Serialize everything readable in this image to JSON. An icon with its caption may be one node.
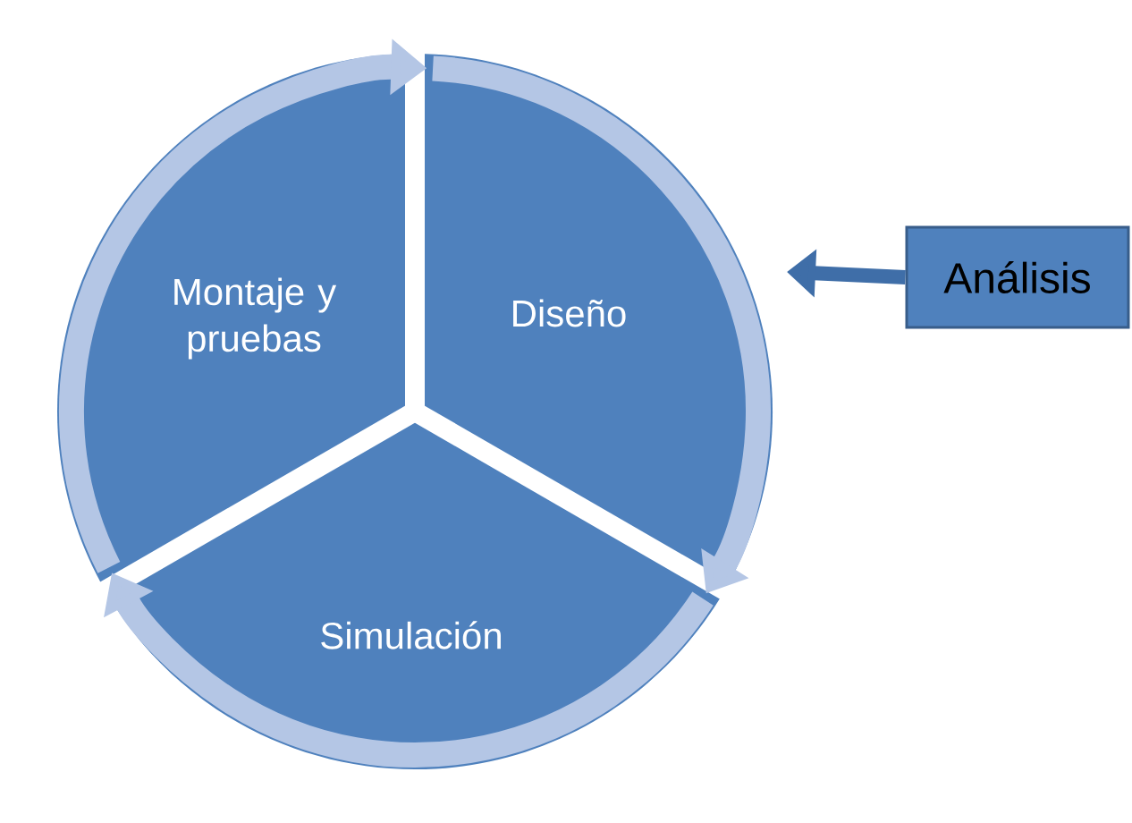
{
  "diagram": {
    "nodes": [
      {
        "text": [
          "Diseño"
        ]
      },
      {
        "text": [
          "Simulación"
        ]
      },
      {
        "text": [
          "Montaje y pruebas"
        ]
      },
      {
        "text": [
          "Análisis"
        ]
      }
    ],
    "edges": [
      {
        "from": 2,
        "to": 0,
        "arrow": "to"
      },
      {
        "from": 0,
        "to": 1,
        "arrow": "to"
      },
      {
        "from": 1,
        "to": 2,
        "arrow": "to"
      },
      {
        "from": 3,
        "to": 0,
        "arrow": "to",
        "color": "#3f6ea8"
      }
    ]
  }
}
